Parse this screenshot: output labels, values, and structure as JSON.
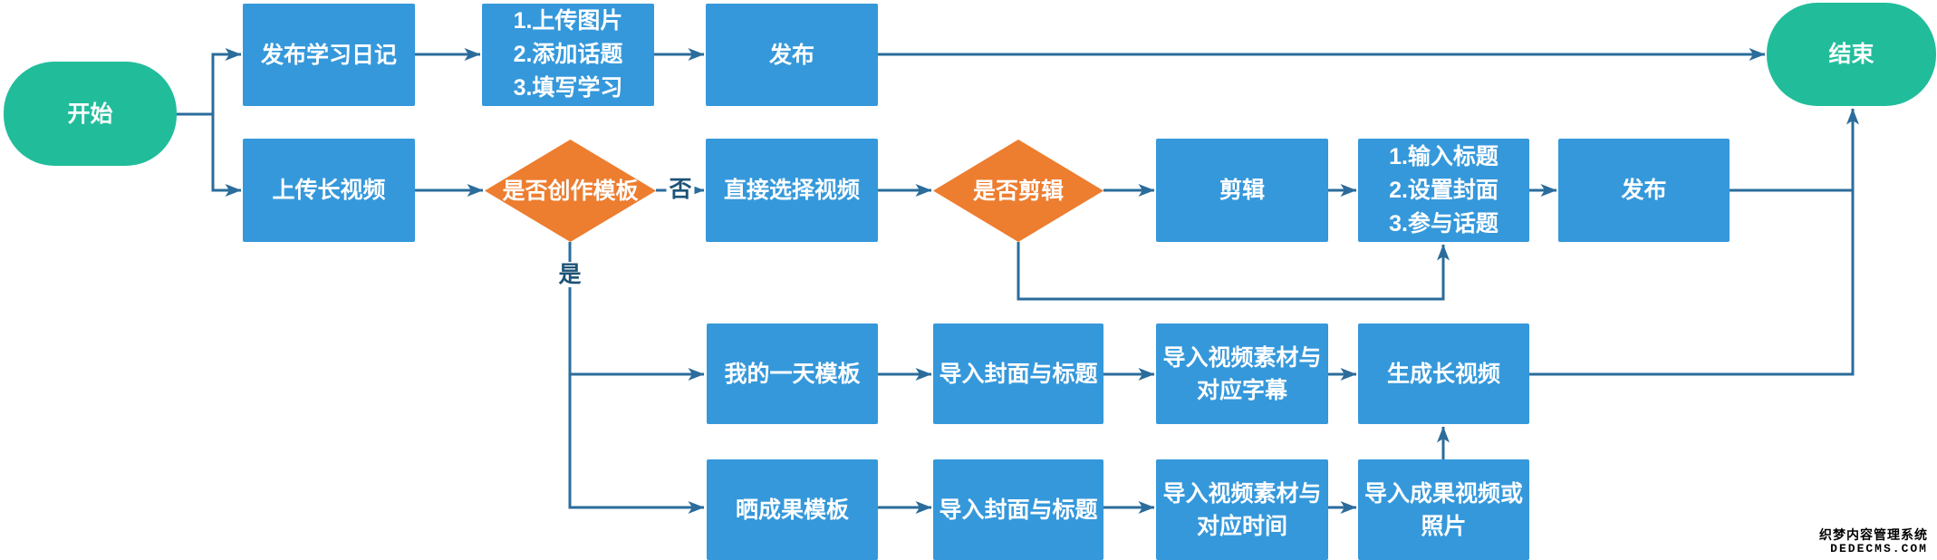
{
  "diagram": {
    "nodes": [
      {
        "id": "start",
        "type": "terminal",
        "label": "开始"
      },
      {
        "id": "publish-diary",
        "type": "process",
        "label": "发布学习日记"
      },
      {
        "id": "diary-steps",
        "type": "process",
        "label": "1.上传图片\n2.添加话题\n3.填写学习"
      },
      {
        "id": "publish-diary-confirm",
        "type": "process",
        "label": "发布"
      },
      {
        "id": "end",
        "type": "terminal",
        "label": "结束"
      },
      {
        "id": "upload-long-video",
        "type": "process",
        "label": "上传长视频"
      },
      {
        "id": "decision-use-template",
        "type": "decision",
        "label": "是否创作模板"
      },
      {
        "id": "select-video-directly",
        "type": "process",
        "label": "直接选择视频"
      },
      {
        "id": "decision-edit",
        "type": "decision",
        "label": "是否剪辑"
      },
      {
        "id": "edit",
        "type": "process",
        "label": "剪辑"
      },
      {
        "id": "video-steps",
        "type": "process",
        "label": "1.输入标题\n2.设置封面\n3.参与话题"
      },
      {
        "id": "publish-video",
        "type": "process",
        "label": "发布"
      },
      {
        "id": "my-day-template",
        "type": "process",
        "label": "我的一天模板"
      },
      {
        "id": "import-cover-title-1",
        "type": "process",
        "label": "导入封面与标题"
      },
      {
        "id": "import-material-subtitles",
        "type": "process",
        "label": "导入视频素材与\n对应字幕"
      },
      {
        "id": "generate-long-video",
        "type": "process",
        "label": "生成长视频"
      },
      {
        "id": "show-results-template",
        "type": "process",
        "label": "晒成果模板"
      },
      {
        "id": "import-cover-title-2",
        "type": "process",
        "label": "导入封面与标题"
      },
      {
        "id": "import-material-time",
        "type": "process",
        "label": "导入视频素材与\n对应时间"
      },
      {
        "id": "import-results-media",
        "type": "process",
        "label": "导入成果视频或\n照片"
      }
    ],
    "edge_labels": {
      "no": "否",
      "yes": "是"
    },
    "colors": {
      "process_fill": "#3598db",
      "terminal_fill": "#21bd9b",
      "decision_fill": "#ed7d2f",
      "connector": "#2b6c9b",
      "edge_label_text": "#1d5377",
      "node_text": "#ffffff"
    }
  },
  "watermark": {
    "line1": "织梦内容管理系统",
    "line2": "DEDECMS.COM"
  }
}
